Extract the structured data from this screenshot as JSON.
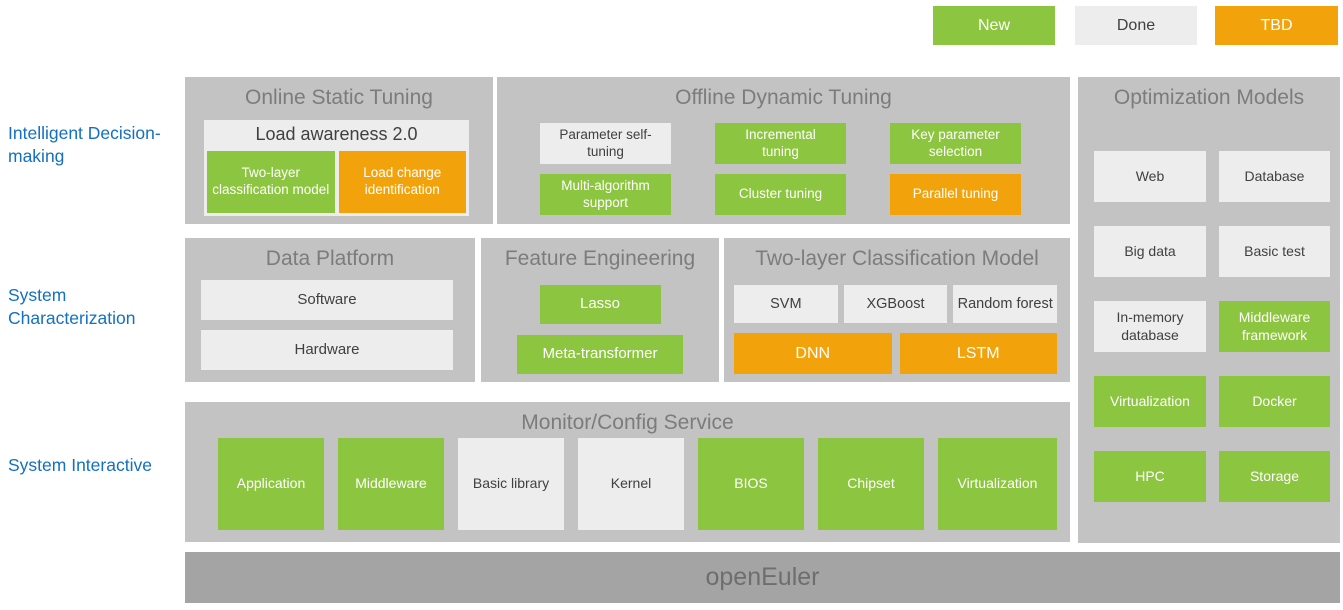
{
  "colors": {
    "new": "#8CC53F",
    "done": "#EDEDED",
    "tbd": "#F2A30B",
    "panel": "#C3C3C3",
    "base_bar": "#A4A4A4",
    "row_label": "#1370C2",
    "panel_title": "#7C7C7C"
  },
  "legend": [
    {
      "label": "New",
      "status": "new"
    },
    {
      "label": "Done",
      "status": "done"
    },
    {
      "label": "TBD",
      "status": "tbd"
    }
  ],
  "row_labels": [
    {
      "label": "Intelligent Decision-making"
    },
    {
      "label": "System Characterization"
    },
    {
      "label": "System Interactive"
    }
  ],
  "panels": {
    "online_static": {
      "title": "Online Static Tuning",
      "group": {
        "label": "Load awareness 2.0",
        "items": [
          {
            "label": "Two-layer classification model",
            "status": "new"
          },
          {
            "label": "Load change identification",
            "status": "tbd"
          }
        ]
      }
    },
    "offline_dynamic": {
      "title": "Offline Dynamic Tuning",
      "items": [
        {
          "label": "Parameter self-tuning",
          "status": "done"
        },
        {
          "label": "Incremental tuning",
          "status": "new"
        },
        {
          "label": "Key parameter selection",
          "status": "new"
        },
        {
          "label": "Multi-algorithm support",
          "status": "new"
        },
        {
          "label": "Cluster tuning",
          "status": "new"
        },
        {
          "label": "Parallel tuning",
          "status": "tbd"
        }
      ]
    },
    "optimization_models": {
      "title": "Optimization Models",
      "items": [
        {
          "label": "Web",
          "status": "done"
        },
        {
          "label": "Database",
          "status": "done"
        },
        {
          "label": "Big data",
          "status": "done"
        },
        {
          "label": "Basic test",
          "status": "done"
        },
        {
          "label": "In-memory database",
          "status": "done"
        },
        {
          "label": "Middleware framework",
          "status": "new"
        },
        {
          "label": "Virtualization",
          "status": "new"
        },
        {
          "label": "Docker",
          "status": "new"
        },
        {
          "label": "HPC",
          "status": "new"
        },
        {
          "label": "Storage",
          "status": "new"
        }
      ]
    },
    "data_platform": {
      "title": "Data Platform",
      "items": [
        {
          "label": "Software",
          "status": "done"
        },
        {
          "label": "Hardware",
          "status": "done"
        }
      ]
    },
    "feature_engineering": {
      "title": "Feature Engineering",
      "items": [
        {
          "label": "Lasso",
          "status": "new"
        },
        {
          "label": "Meta-transformer",
          "status": "new"
        }
      ]
    },
    "two_layer_model": {
      "title": "Two-layer Classification Model",
      "row1": [
        {
          "label": "SVM",
          "status": "done"
        },
        {
          "label": "XGBoost",
          "status": "done"
        },
        {
          "label": "Random forest",
          "status": "done"
        }
      ],
      "row2": [
        {
          "label": "DNN",
          "status": "tbd"
        },
        {
          "label": "LSTM",
          "status": "tbd"
        }
      ]
    },
    "monitor_config": {
      "title": "Monitor/Config Service",
      "items": [
        {
          "label": "Application",
          "status": "new"
        },
        {
          "label": "Middleware",
          "status": "new"
        },
        {
          "label": "Basic library",
          "status": "done"
        },
        {
          "label": "Kernel",
          "status": "done"
        },
        {
          "label": "BIOS",
          "status": "new"
        },
        {
          "label": "Chipset",
          "status": "new"
        },
        {
          "label": "Virtualization",
          "status": "new"
        }
      ]
    },
    "base": {
      "title": "openEuler"
    }
  }
}
